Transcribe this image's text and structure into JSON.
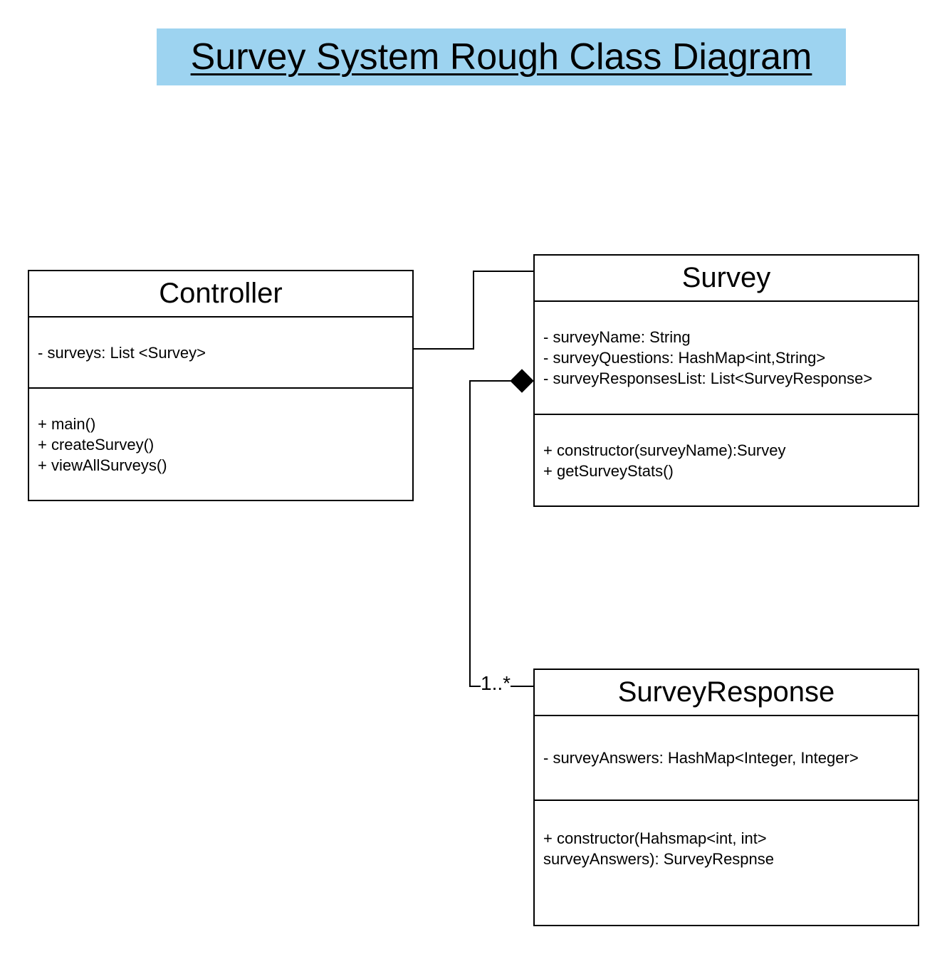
{
  "title": "Survey System Rough Class Diagram",
  "colors": {
    "title_background": "#9dd3f0",
    "line": "#000000",
    "box_background": "#ffffff"
  },
  "classes": {
    "controller": {
      "name": "Controller",
      "attributes": [
        "- surveys: List <Survey>"
      ],
      "operations": [
        "+ main()",
        "+ createSurvey()",
        "+ viewAllSurveys()"
      ]
    },
    "survey": {
      "name": "Survey",
      "attributes": [
        "- surveyName: String",
        "- surveyQuestions: HashMap<int,String>",
        "- surveyResponsesList: List<SurveyResponse>"
      ],
      "operations": [
        "+ constructor(surveyName):Survey",
        "+ getSurveyStats()"
      ]
    },
    "survey_response": {
      "name": "SurveyResponse",
      "attributes": [
        "- surveyAnswers: HashMap<Integer, Integer>"
      ],
      "operations": [
        "+ constructor(Hahsmap<int, int>",
        "surveyAnswers): SurveyRespnse"
      ]
    }
  },
  "relationships": [
    {
      "type": "association",
      "from": "Controller",
      "to": "Survey",
      "multiplicity": ""
    },
    {
      "type": "composition",
      "from": "Survey",
      "to": "SurveyResponse",
      "multiplicity": "1..*"
    }
  ]
}
